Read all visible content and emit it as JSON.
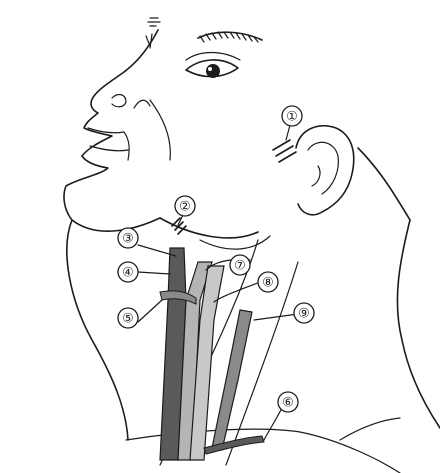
{
  "labels": [
    {
      "id": "1",
      "text": "①"
    },
    {
      "id": "2",
      "text": "②"
    },
    {
      "id": "3",
      "text": "③"
    },
    {
      "id": "4",
      "text": "④"
    },
    {
      "id": "5",
      "text": "⑤"
    },
    {
      "id": "6",
      "text": "⑥"
    },
    {
      "id": "7",
      "text": "⑦"
    },
    {
      "id": "8",
      "text": "⑧"
    },
    {
      "id": "9",
      "text": "⑨"
    }
  ],
  "colors": {
    "line": "#1c1c1c",
    "vessel_dark": "#5a5a5a",
    "vessel_light": "#b4b4b4",
    "vessel_mid": "#8a8a8a",
    "background": "#ffffff"
  }
}
